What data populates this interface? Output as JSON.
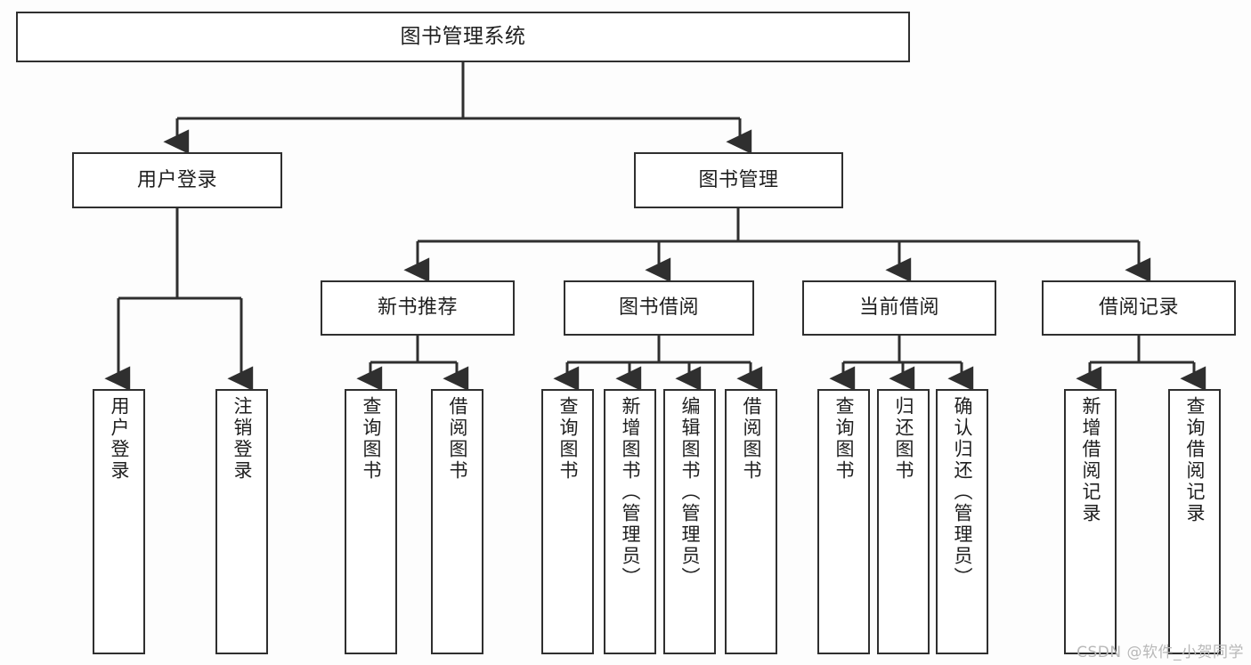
{
  "diagram": {
    "title": "图书管理系统",
    "watermark": "CSDN @软件_小贺同学",
    "line_color": "#2f2f2f",
    "box_fill": "#ffffff",
    "background": "#fdfdfd"
  },
  "nodes": {
    "root": {
      "label": "图书管理系统"
    },
    "level2": [
      {
        "id": "user-login",
        "label": "用户登录"
      },
      {
        "id": "book-manage",
        "label": "图书管理"
      }
    ],
    "level3": [
      {
        "id": "new-book-recommend",
        "label": "新书推荐"
      },
      {
        "id": "book-borrow",
        "label": "图书借阅"
      },
      {
        "id": "current-borrow",
        "label": "当前借阅"
      },
      {
        "id": "borrow-record",
        "label": "借阅记录"
      }
    ],
    "leaves": {
      "user-login": [
        {
          "id": "leaf-user-login",
          "label": "用户登录"
        },
        {
          "id": "leaf-logout-login",
          "label": "注销登录"
        }
      ],
      "new-book-recommend": [
        {
          "id": "leaf-query-book-1",
          "label": "查询图书"
        },
        {
          "id": "leaf-borrow-book-1",
          "label": "借阅图书"
        }
      ],
      "book-borrow": [
        {
          "id": "leaf-query-book-2",
          "label": "查询图书"
        },
        {
          "id": "leaf-add-book",
          "label": "新增图书（管理员）"
        },
        {
          "id": "leaf-edit-book",
          "label": "编辑图书（管理员）"
        },
        {
          "id": "leaf-borrow-book-2",
          "label": "借阅图书"
        }
      ],
      "current-borrow": [
        {
          "id": "leaf-query-book-3",
          "label": "查询图书"
        },
        {
          "id": "leaf-return-book",
          "label": "归还图书"
        },
        {
          "id": "leaf-confirm-return",
          "label": "确认归还（管理员）"
        }
      ],
      "borrow-record": [
        {
          "id": "leaf-add-record",
          "label": "新增借阅记录"
        },
        {
          "id": "leaf-query-record",
          "label": "查询借阅记录"
        }
      ]
    }
  },
  "chart_data": {
    "type": "diagram",
    "diagram_kind": "tree-hierarchy",
    "title": "图书管理系统",
    "orientation": "top-down",
    "levels": 4,
    "tree": {
      "name": "图书管理系统",
      "children": [
        {
          "name": "用户登录",
          "children": [
            {
              "name": "用户登录"
            },
            {
              "name": "注销登录"
            }
          ]
        },
        {
          "name": "图书管理",
          "children": [
            {
              "name": "新书推荐",
              "children": [
                {
                  "name": "查询图书"
                },
                {
                  "name": "借阅图书"
                }
              ]
            },
            {
              "name": "图书借阅",
              "children": [
                {
                  "name": "查询图书"
                },
                {
                  "name": "新增图书（管理员）"
                },
                {
                  "name": "编辑图书（管理员）"
                },
                {
                  "name": "借阅图书"
                }
              ]
            },
            {
              "name": "当前借阅",
              "children": [
                {
                  "name": "查询图书"
                },
                {
                  "name": "归还图书"
                },
                {
                  "name": "确认归还（管理员）"
                }
              ]
            },
            {
              "name": "借阅记录",
              "children": [
                {
                  "name": "新增借阅记录"
                },
                {
                  "name": "查询借阅记录"
                }
              ]
            }
          ]
        }
      ]
    }
  }
}
